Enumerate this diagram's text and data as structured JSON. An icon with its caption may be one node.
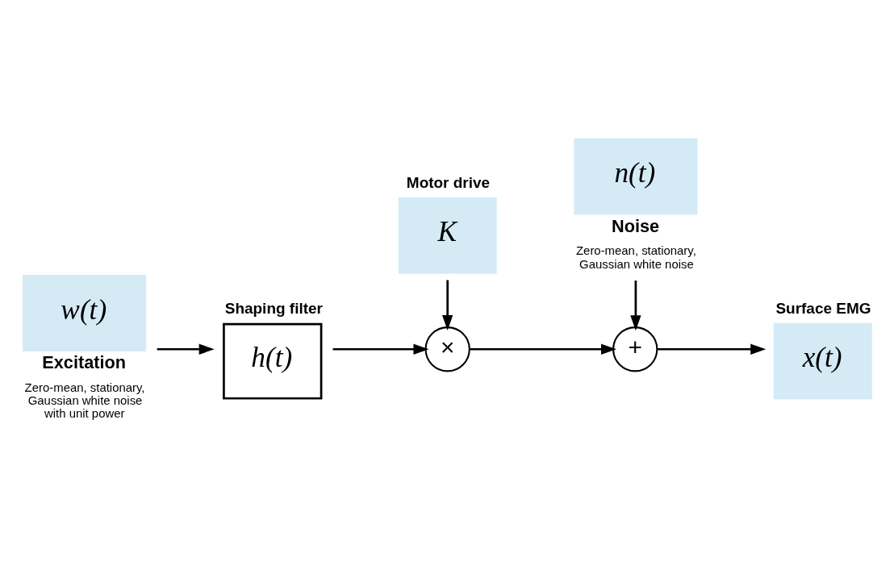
{
  "diagram": {
    "nodes": [
      {
        "text": [
          "w(t)",
          "Excitation",
          "Zero-mean, stationary, Gaussian white noise with unit power"
        ]
      },
      {
        "text": [
          "Shaping filter",
          "h(t)"
        ]
      },
      {
        "text": [
          "Motor drive",
          "K"
        ]
      },
      {
        "text": [
          "×"
        ]
      },
      {
        "text": [
          "+"
        ]
      },
      {
        "text": [
          "Surface EMG",
          "x(t)"
        ]
      },
      {
        "text": [
          "n(t)",
          "Noise",
          "Zero-mean, stationary, Gaussian white noise"
        ]
      }
    ],
    "edges": [
      {
        "from": 0,
        "to": 1,
        "arrow": "to"
      },
      {
        "from": 1,
        "to": 3,
        "arrow": "to"
      },
      {
        "from": 2,
        "to": 3,
        "arrow": "to"
      },
      {
        "from": 3,
        "to": 4,
        "arrow": "to"
      },
      {
        "from": 6,
        "to": 4,
        "arrow": "to"
      },
      {
        "from": 4,
        "to": 5,
        "arrow": "to"
      }
    ]
  }
}
